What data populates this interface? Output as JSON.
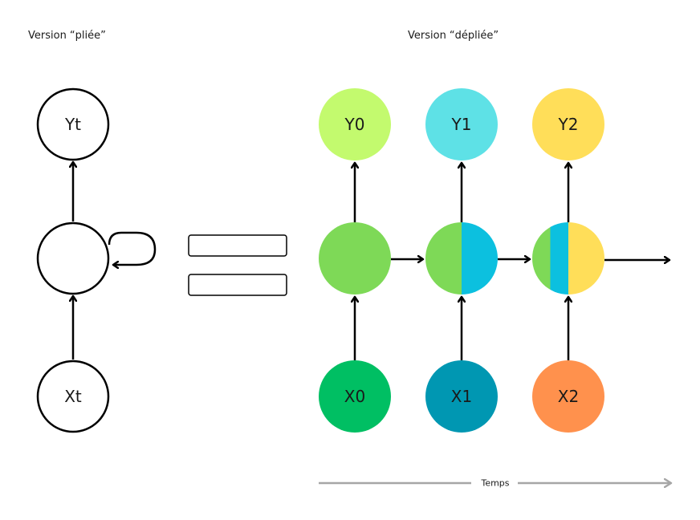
{
  "folded": {
    "title": "Version “pliée”",
    "output_label": "Yt",
    "input_label": "Xt",
    "hidden_label": ""
  },
  "equals_sign": "=",
  "unfolded": {
    "title": "Version “dépliée”",
    "outputs": [
      {
        "label": "Y0",
        "color": "#c3fa6e"
      },
      {
        "label": "Y1",
        "color": "#5ee1e6"
      },
      {
        "label": "Y2",
        "color": "#ffde59"
      }
    ],
    "inputs": [
      {
        "label": "X0",
        "color": "#00bf63"
      },
      {
        "label": "X1",
        "color": "#0097b2"
      },
      {
        "label": "X2",
        "color": "#ff914d"
      }
    ],
    "hidden_states": [
      {
        "segments": [
          {
            "color": "#7ed957",
            "share": 1.0
          }
        ]
      },
      {
        "segments": [
          {
            "color": "#7ed957",
            "share": 0.5
          },
          {
            "color": "#0cc0df",
            "share": 0.5
          }
        ]
      },
      {
        "segments": [
          {
            "color": "#7ed957",
            "share": 0.25
          },
          {
            "color": "#0cc0df",
            "share": 0.25
          },
          {
            "color": "#ffde59",
            "share": 0.5
          }
        ]
      }
    ]
  },
  "time_axis": {
    "label": "Temps",
    "color": "#a6a6a6"
  }
}
